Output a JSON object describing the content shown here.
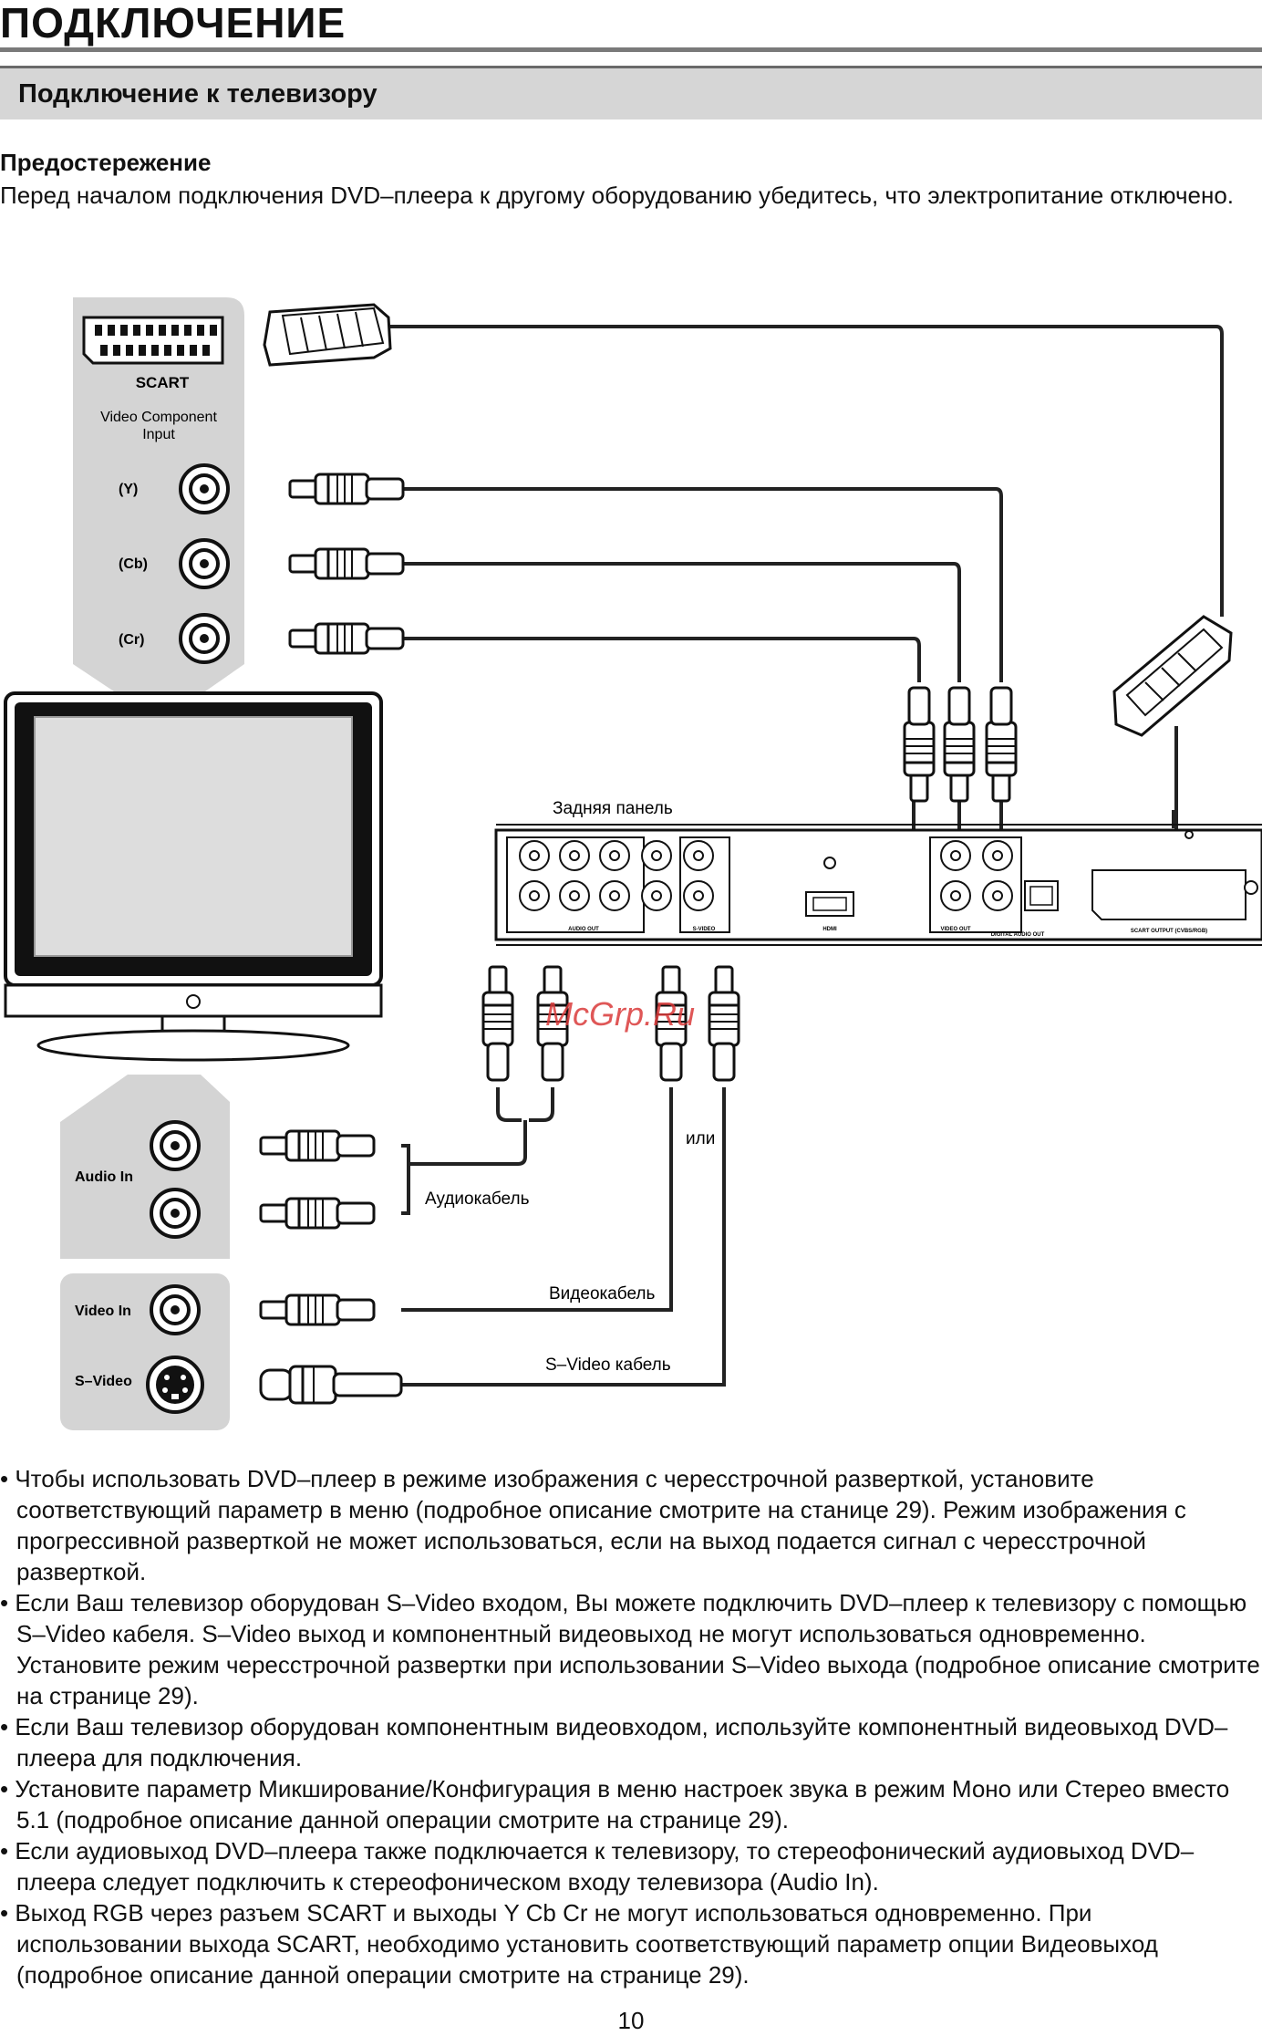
{
  "header": {
    "title": "ПОДКЛЮЧЕНИЕ",
    "section": "Подключение к телевизору"
  },
  "warning": {
    "heading": "Предостережение",
    "text": "Перед началом подключения DVD–плеера к другому оборудованию убедитесь, что электропитание отключено."
  },
  "diagram": {
    "tv_panel": {
      "scart": "SCART",
      "component_line1": "Video Component",
      "component_line2": "Input",
      "y": "(Y)",
      "cb": "(Cb)",
      "cr": "(Cr)",
      "audio_in": "Audio In",
      "video_in": "Video In",
      "s_video": "S–Video"
    },
    "labels": {
      "rear_panel": "Задняя панель",
      "or": "или",
      "audio_cable": "Аудиокабель",
      "video_cable": "Видеокабель",
      "svideo_cable": "S–Video кабель"
    },
    "watermark": "McGrp.Ru",
    "player_labels": {
      "audio_out": "AUDIO OUT",
      "video_out_s": "S-VIDEO",
      "hdmi": "HDMI",
      "video_out": "VIDEO OUT",
      "digital_audio_out": "DIGITAL AUDIO OUT",
      "scart_output": "SCART OUTPUT (CVBS/RGB)"
    }
  },
  "notes": [
    "• Чтобы использовать DVD–плеер в режиме изображения с чересстрочной разверткой, установите соответствующий параметр в меню (подробное описание смотрите на станице 29). Режим изображения с прогрессивной разверткой не может использоваться, если на выход подается сигнал с чересстрочной разверткой.",
    "• Если Ваш телевизор оборудован S–Video входом, Вы можете подключить DVD–плеер к телевизору с помощью S–Video кабеля. S–Video выход и компонентный видеовыход не могут использоваться одновременно. Установите режим чересстрочной развертки при использовании S–Video выхода (подробное описание смотрите на странице 29).",
    "• Если Ваш телевизор оборудован компонентным видеовходом, используйте компонентный видеовыход DVD–плеера для подключения.",
    "• Установите параметр Микширование/Конфигурация в меню настроек звука в режим Моно или Стерео вместо 5.1 (подробное описание данной операции смотрите на странице 29).",
    "• Если аудиовыход DVD–плеера также подключается к телевизору, то стереофонический аудиовыход DVD–плеера следует подключить к стереофоническом входу телевизора (Audio In).",
    "• Выход RGB через разъем SCART и выходы Y Cb Cr не могут использоваться одновременно. При использовании выхода SCART, необходимо установить соответствующий параметр опции Видеовыход (подробное описание данной операции смотрите на странице 29)."
  ],
  "page_number": "10"
}
